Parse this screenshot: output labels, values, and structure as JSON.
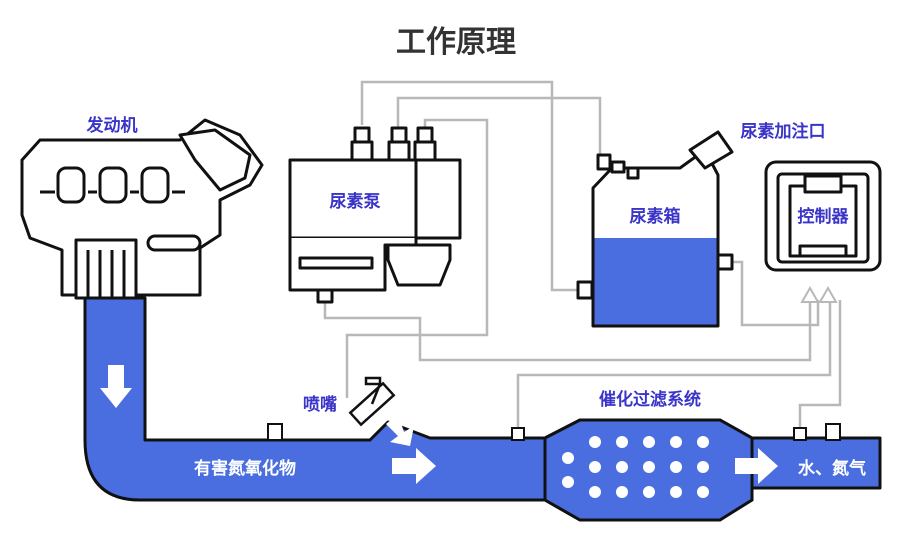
{
  "title": "工作原理",
  "labels": {
    "engine": "发动机",
    "urea_pump": "尿素泵",
    "urea_tank": "尿素箱",
    "urea_filler": "尿素加注口",
    "controller": "控制器",
    "nozzle": "喷嘴",
    "catalytic_system": "催化过滤系统",
    "harmful_nox": "有害氮氧化物",
    "output": "水、氮气"
  },
  "colors": {
    "pipe_blue": "#4a6ee0",
    "label_blue": "#3a34c8",
    "outline": "#111111",
    "wire_gray": "#b8b8b8",
    "title_gray": "#333333"
  },
  "icons": [
    "engine-icon",
    "urea-pump-icon",
    "urea-tank-icon",
    "controller-icon",
    "nozzle-icon",
    "catalytic-converter-icon",
    "flow-arrow-icon",
    "sensor-icon"
  ]
}
